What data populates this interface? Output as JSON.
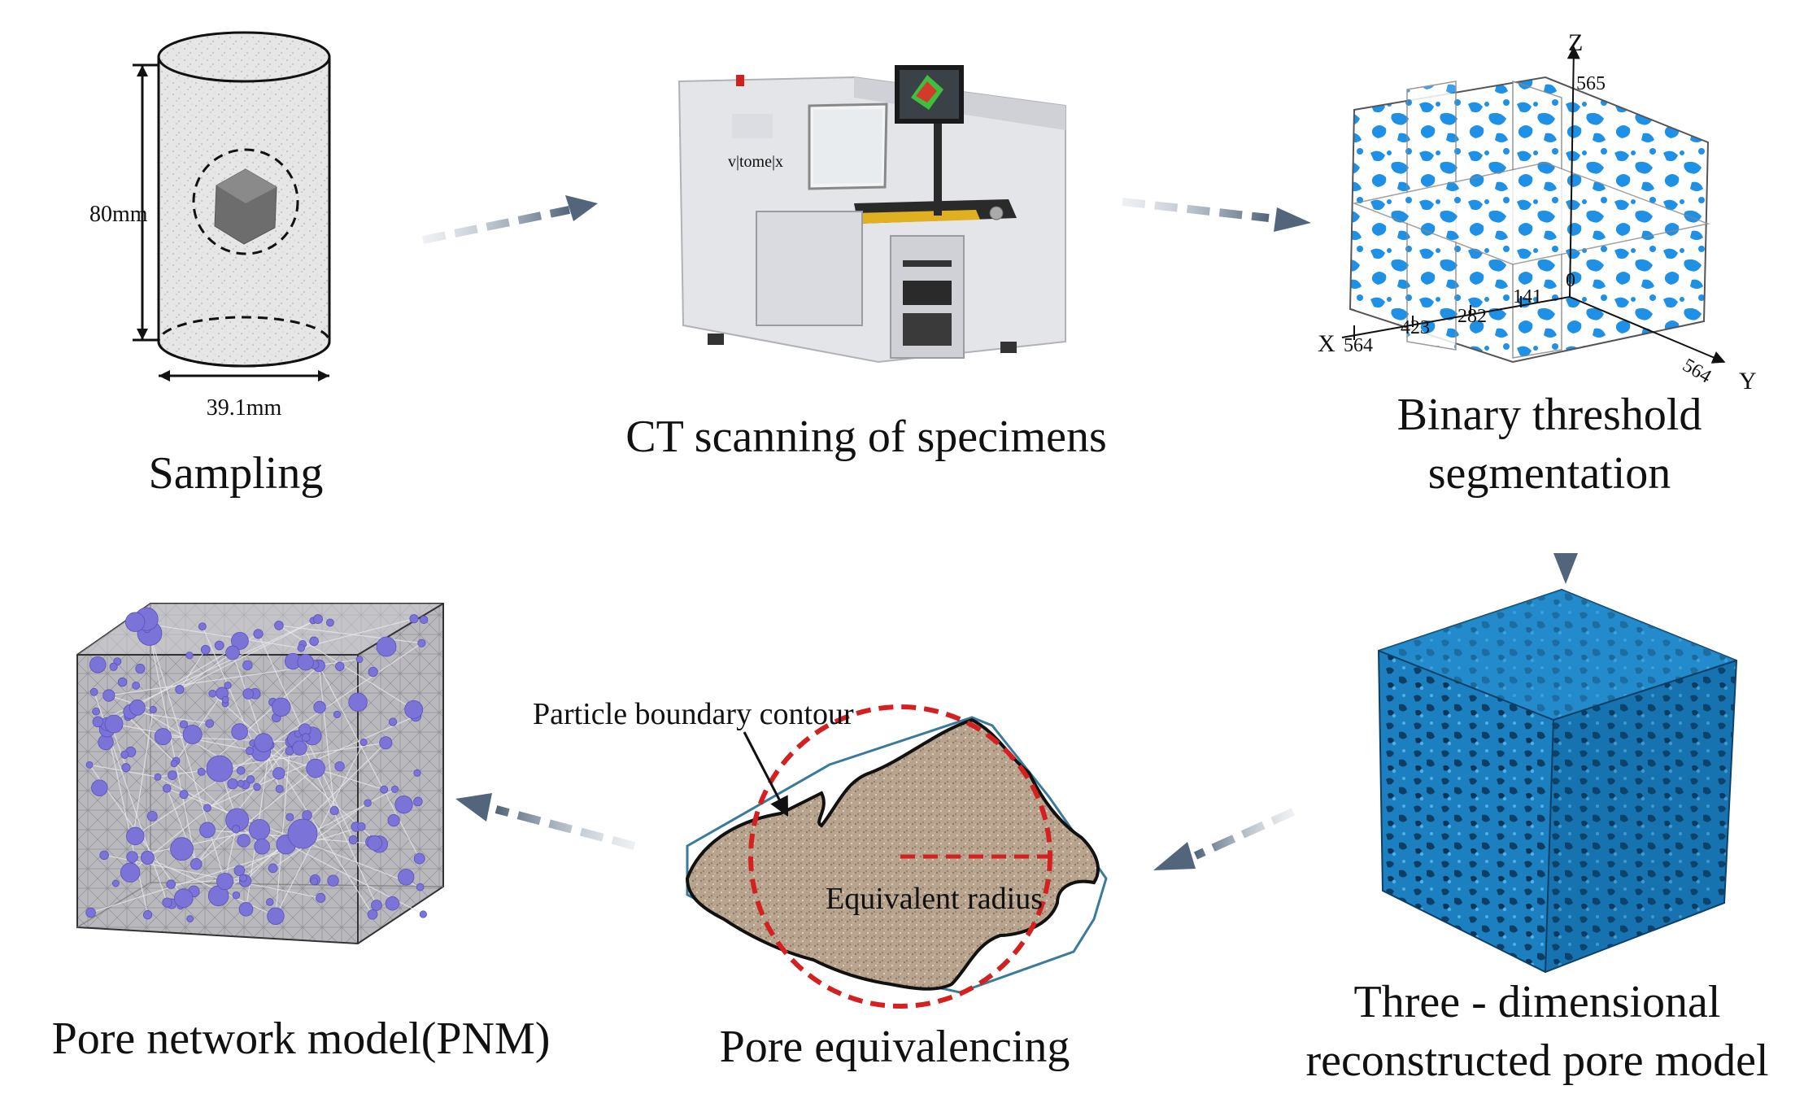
{
  "stages": {
    "sampling": {
      "caption": "Sampling",
      "height_label": "80mm",
      "diameter_label": "39.1mm"
    },
    "ct_scanning": {
      "caption": "CT scanning of specimens",
      "brand_label": "v|tome|x"
    },
    "binary_threshold": {
      "caption_line1": "Binary threshold",
      "caption_line2": "segmentation",
      "axis_z": "Z",
      "axis_x": "X",
      "axis_y": "Y",
      "z_max_tick": "565",
      "x_ticks": [
        "564",
        "423",
        "282",
        "141",
        "0"
      ],
      "y_max_tick": "564"
    },
    "reconstructed_pore_model": {
      "caption_line1": "Three - dimensional",
      "caption_line2": "reconstructed pore model"
    },
    "pore_equivalencing": {
      "caption": "Pore equivalencing",
      "boundary_label": "Particle boundary contour",
      "radius_label": "Equivalent radius"
    },
    "pore_network_model": {
      "caption": "Pore network model(PNM)"
    }
  },
  "colors": {
    "pore_blue": "#1e90e6",
    "reconstructed_blue": "#1b7fc0",
    "network_sphere": "#7b73d8",
    "equivalent_circle": "#d42020",
    "hull_outline": "#3a7a9a",
    "particle_fill": "#b8a48e",
    "arrow": "#6f7f90"
  }
}
